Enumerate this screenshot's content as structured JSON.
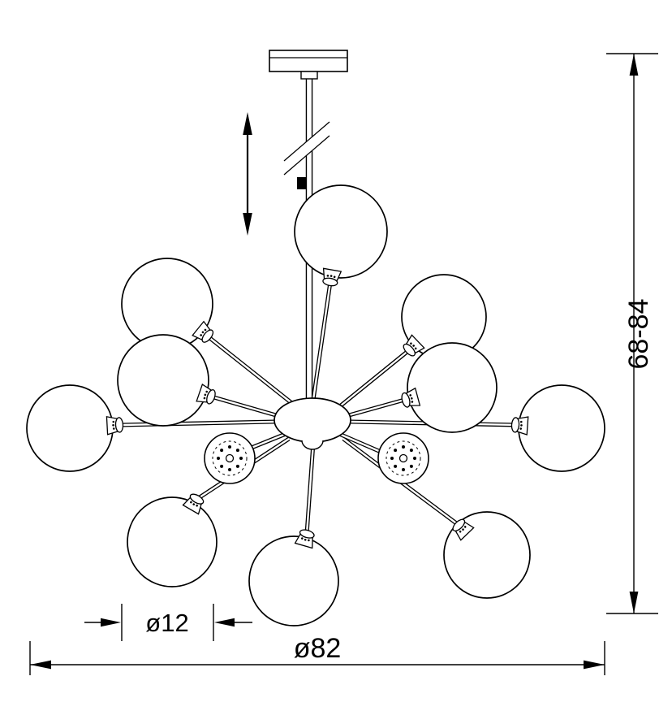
{
  "colors": {
    "line": "#000000",
    "background": "#ffffff"
  },
  "diagram": {
    "dimensions": {
      "height_range": "68-84",
      "total_diameter": "ø82",
      "globe_diameter": "ø12"
    }
  }
}
